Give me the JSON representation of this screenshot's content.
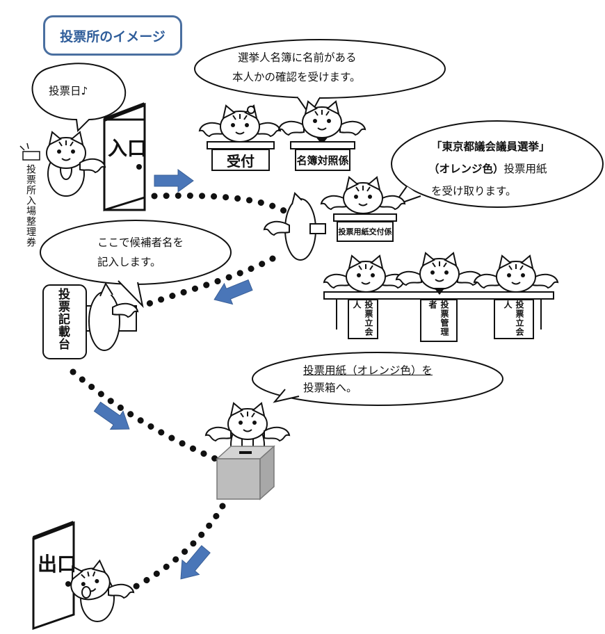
{
  "title": "投票所のイメージ",
  "bubbles": {
    "voting_day": "投票日♪",
    "check_line1": "選挙人名簿に名前がある",
    "check_line2": "本人かの確認を受けます。",
    "ballot_line1": "「東京都議会議員選挙」",
    "ballot_line2_bold": "（オレンジ色）",
    "ballot_line2_rest": "投票用紙",
    "ballot_line3": "を受け取ります。",
    "write_line1": "ここで候補者名を",
    "write_line2": "記入します。",
    "box_line1": "投票用紙（オレンジ色）を",
    "box_line2": "投票箱へ。"
  },
  "labels": {
    "entrance": "入口",
    "exit": "出口",
    "reception": "受付",
    "register_check": "名簿対照係",
    "ballot_issue": "投票用紙交付係",
    "admission_ticket": "投票所入場整理券",
    "writing_desk": "投票記載台",
    "witness_left": "投票立会人",
    "manager": "投票管理者",
    "witness_right": "投票立会人"
  },
  "colors": {
    "title_border": "#4a6fa0",
    "title_text": "#2f5d9a",
    "arrow_fill": "#4a76b8",
    "ballot_box": "#bdbdbd"
  }
}
